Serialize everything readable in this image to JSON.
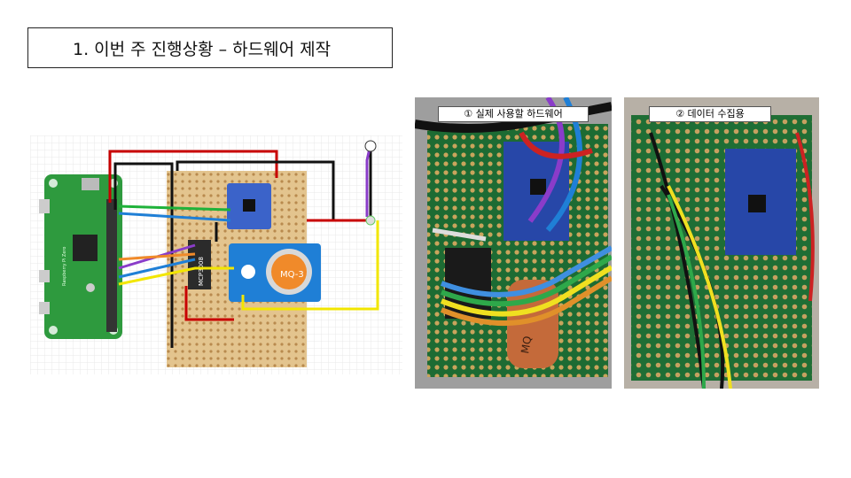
{
  "slide": {
    "title": "1.  이번 주 진행상황 – 하드웨어 제작"
  },
  "photos": {
    "left_caption": "① 실제 사용할 하드웨어",
    "right_caption": "② 데이터 수집용"
  },
  "diagram": {
    "pi_label": "Raspberry Pi Zero",
    "chip_label": "MCP3008",
    "sensor_label": "MQ-3"
  },
  "colors": {
    "board_green": "#2e9a3e",
    "perfboard": "#e3c48e",
    "sensor_blue": "#1f7fd6",
    "wire_red": "#c80000",
    "wire_black": "#111111",
    "wire_yellow": "#f2e600"
  }
}
